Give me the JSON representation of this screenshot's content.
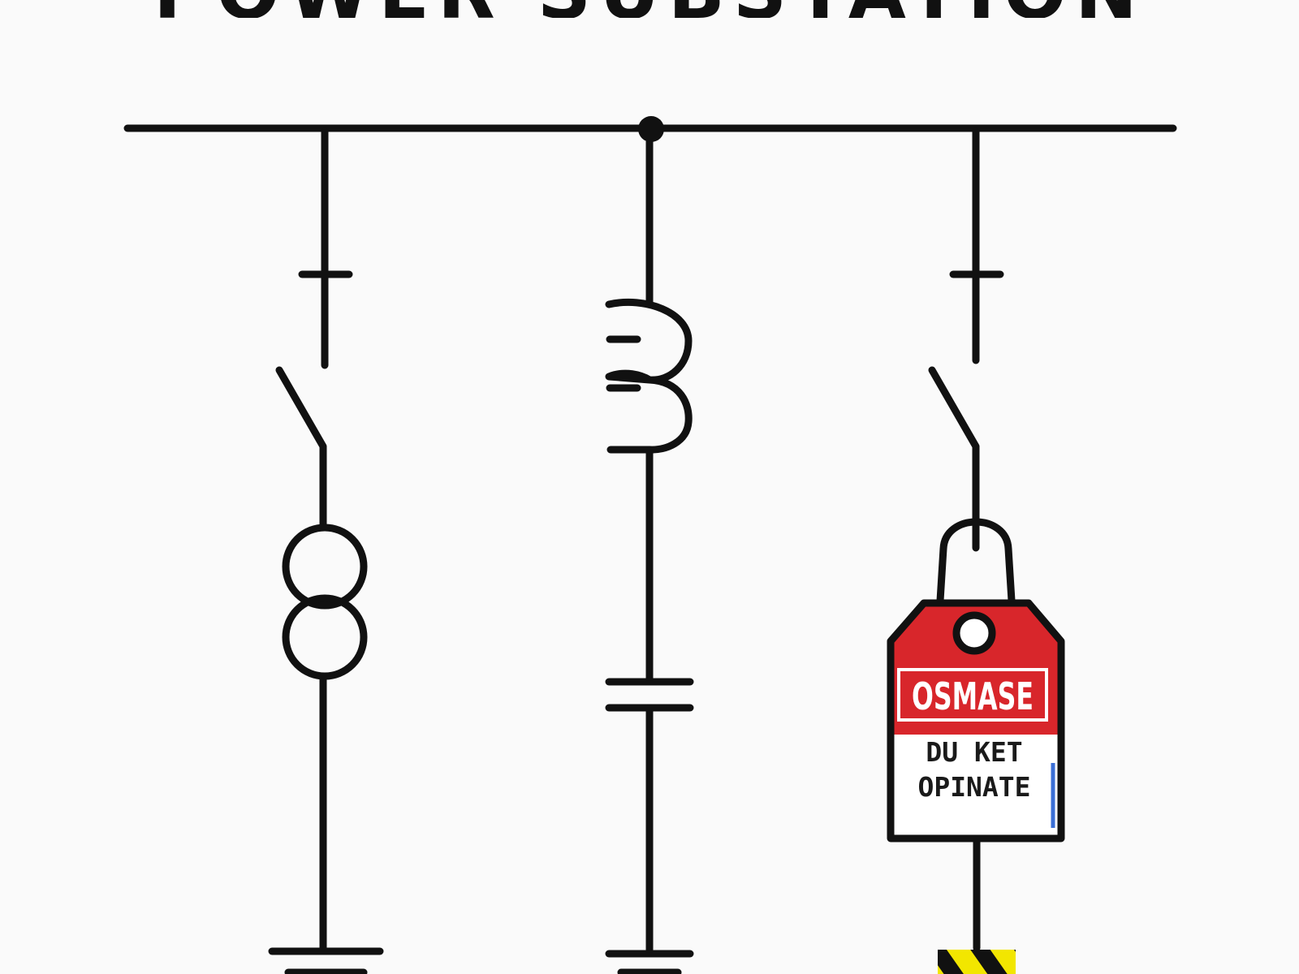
{
  "title": "POWER SUBSTATION",
  "lockout_tag": {
    "header": "OSMASE",
    "line1": "DU KET",
    "line2": "OPINATE"
  },
  "colors": {
    "line": "#111111",
    "background": "#fafafa",
    "tag_red": "#d8262b",
    "tag_white": "#ffffff",
    "hazard_yellow": "#f2e600",
    "hazard_black": "#111111",
    "tag_edge_blue": "#3b6fd6"
  },
  "elements": {
    "busbar": "busbar",
    "bays": [
      {
        "name": "left-bay",
        "components": [
          "isolator-tick",
          "disconnect-switch",
          "current-transformer",
          "ground-symbol"
        ]
      },
      {
        "name": "center-bay",
        "components": [
          "bus-junction-node",
          "inductor-coil",
          "capacitor",
          "ground-symbol"
        ]
      },
      {
        "name": "right-bay",
        "components": [
          "isolator-tick",
          "disconnect-switch",
          "padlock",
          "lockout-tag",
          "hazard-stripe-block"
        ]
      }
    ]
  }
}
